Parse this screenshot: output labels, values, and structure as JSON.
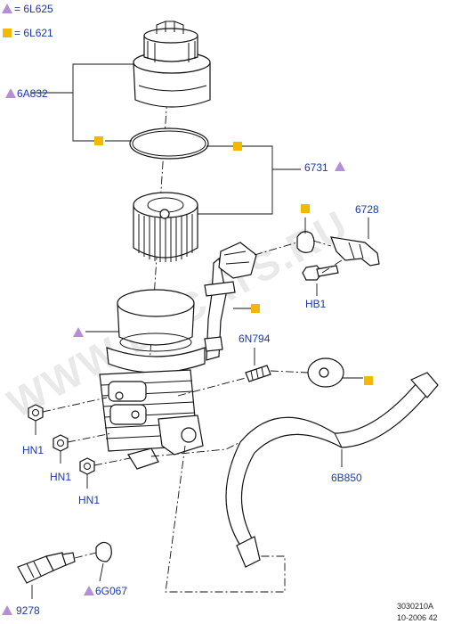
{
  "legend": {
    "triangle_code": "= 6L625",
    "square_code": "= 6L621"
  },
  "labels": {
    "filter_cover": "6A832",
    "filter_element": "6731",
    "bracket": "6728",
    "bolt": "HB1",
    "stud": "6N794",
    "nut_1": "HN1",
    "nut_2": "HN1",
    "nut_3": "HN1",
    "hose": "6B850",
    "sensor": "9278",
    "seal_ring": "6G067"
  },
  "footer": {
    "code_1": "3030210A",
    "code_2": "10-2006 42"
  },
  "watermark": "WWW.EPCATS.RU",
  "colors": {
    "triangle_marker": "#b48fd6",
    "square_marker": "#f5b800",
    "label_text": "#1a3aa8"
  }
}
